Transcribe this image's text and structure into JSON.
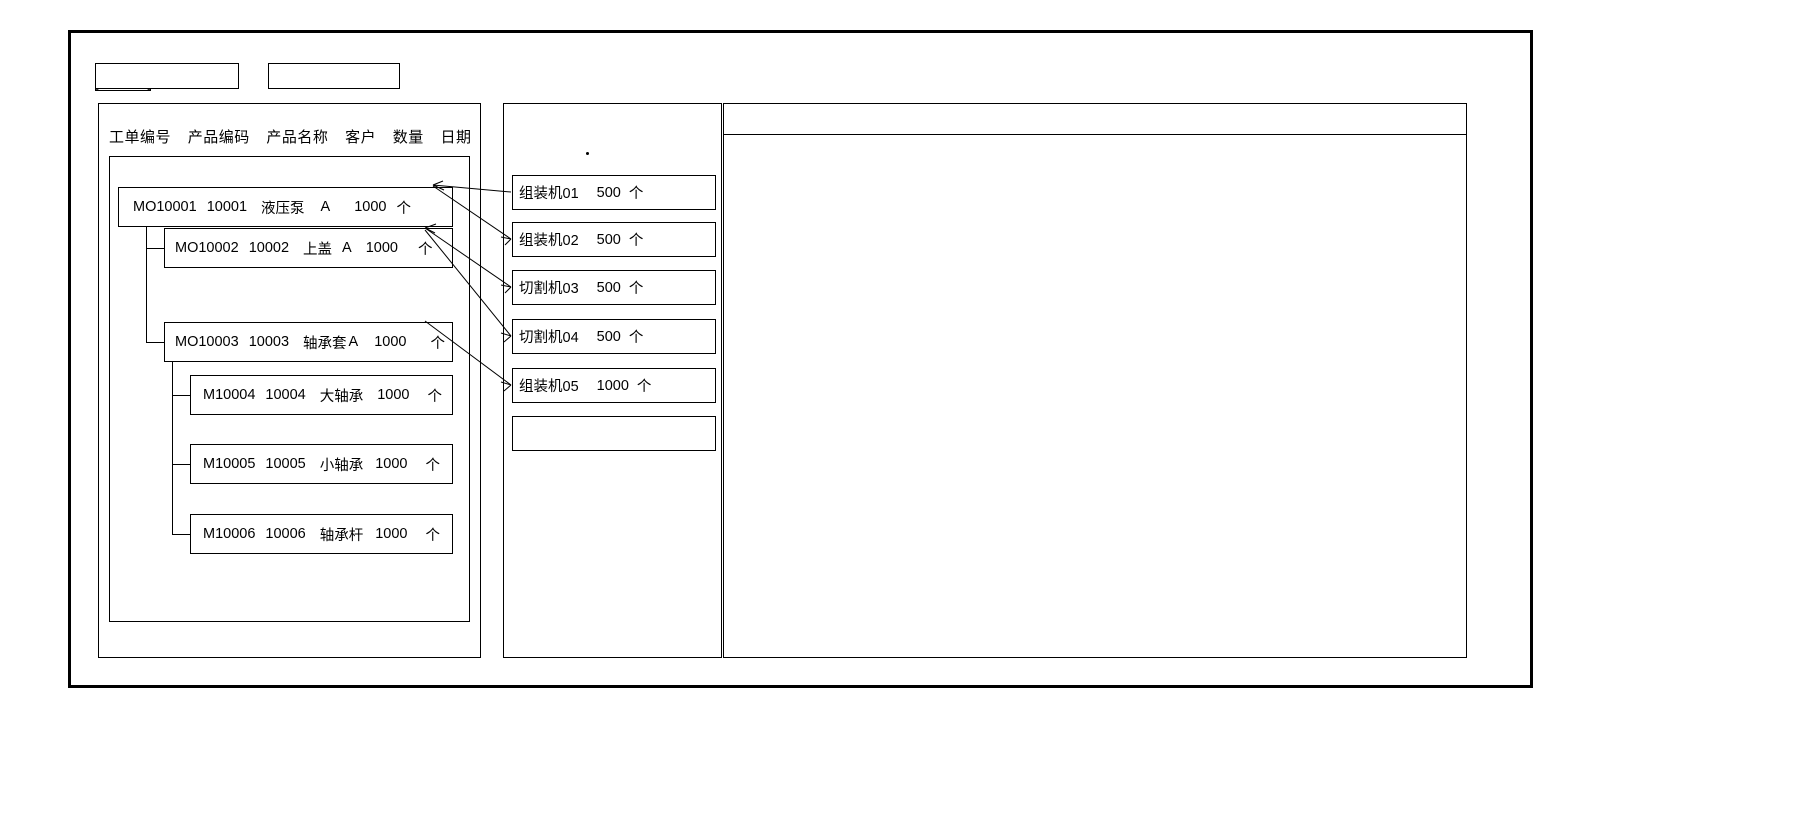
{
  "toolbar": {
    "field_1_value": "",
    "field_1_placeholder": "",
    "field_2_value": "",
    "field_2_placeholder": "",
    "image_placeholder_name": "image-placeholder-icon"
  },
  "left_panel": {
    "columns": [
      "工单编号",
      "产品编码",
      "产品名称",
      "客户",
      "数量",
      "日期"
    ],
    "rows": [
      {
        "order_no": "MO10001",
        "product_code": "10001",
        "product_name": "液压泵",
        "customer": "A",
        "qty": "1000",
        "unit": "个",
        "level": 0
      },
      {
        "order_no": "MO10002",
        "product_code": "10002",
        "product_name": "上盖",
        "customer": "A",
        "qty": "1000",
        "unit": "个",
        "level": 1
      },
      {
        "order_no": "MO10003",
        "product_code": "10003",
        "product_name": "轴承套",
        "customer": "A",
        "qty": "1000",
        "unit": "个",
        "level": 1
      },
      {
        "order_no": "M10004",
        "product_code": "10004",
        "product_name": "大轴承",
        "customer": "",
        "qty": "1000",
        "unit": "个",
        "level": 2
      },
      {
        "order_no": "M10005",
        "product_code": "10005",
        "product_name": "小轴承",
        "customer": "",
        "qty": "1000",
        "unit": "个",
        "level": 2
      },
      {
        "order_no": "M10006",
        "product_code": "10006",
        "product_name": "轴承杆",
        "customer": "",
        "qty": "1000",
        "unit": "个",
        "level": 2
      }
    ]
  },
  "middle_panel": {
    "machines": [
      {
        "name": "组装机01",
        "qty": "500",
        "unit": "个"
      },
      {
        "name": "组装机02",
        "qty": "500",
        "unit": "个"
      },
      {
        "name": "切割机03",
        "qty": "500",
        "unit": "个"
      },
      {
        "name": "切割机04",
        "qty": "500",
        "unit": "个"
      },
      {
        "name": "组装机05",
        "qty": "1000",
        "unit": "个"
      },
      {
        "name": "",
        "qty": "",
        "unit": ""
      }
    ]
  },
  "right_panel": {
    "header_text": "",
    "body_text": ""
  },
  "colors": {
    "line": "#000000",
    "background": "#ffffff"
  }
}
